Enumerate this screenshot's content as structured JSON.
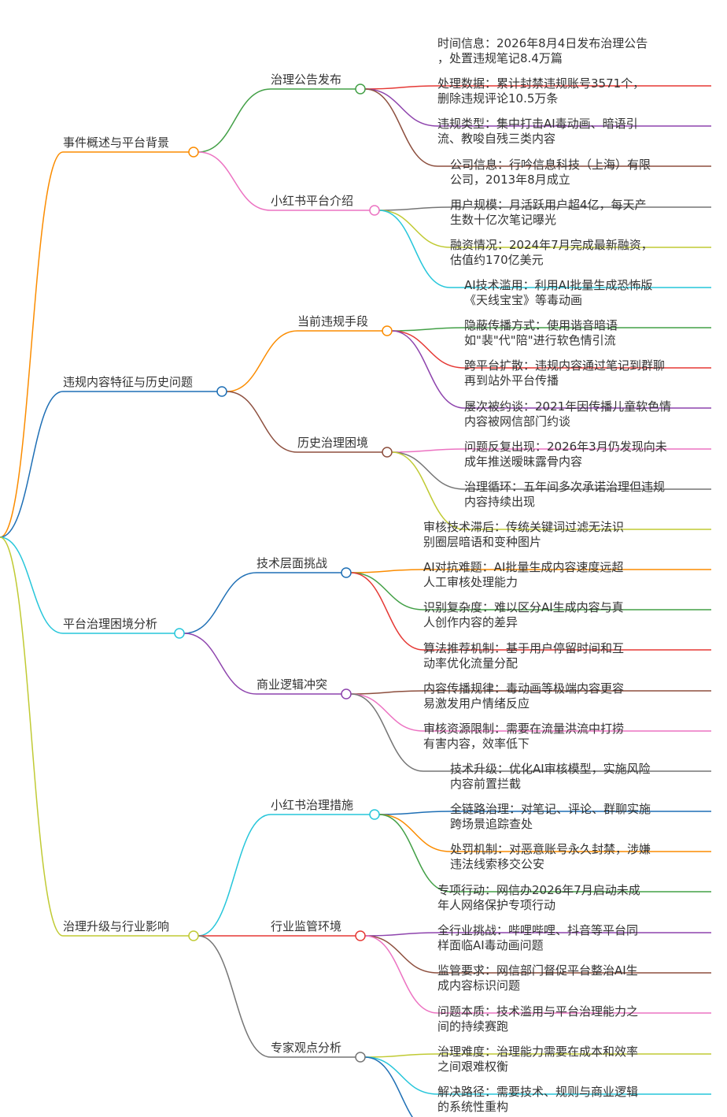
{
  "mindmap": {
    "sections": [
      {
        "label": "事件概述与平台背景",
        "color": "#fb8c00",
        "children": [
          {
            "label": "治理公告发布",
            "color": "#43a047",
            "children": [
              {
                "lines": [
                  "时间信息：2026年8月4日发布治理公告",
                  "，处置违规笔记8.4万篇"
                ],
                "color": "#e53935"
              },
              {
                "lines": [
                  "处理数据：累计封禁违规账号3571个，",
                  "删除违规评论10.5万条"
                ],
                "color": "#8e44ad"
              },
              {
                "lines": [
                  "违规类型：集中打击AI毒动画、暗语引",
                  "流、教唆自残三类内容"
                ],
                "color": "#8d4f3e"
              }
            ]
          },
          {
            "label": "小红书平台介绍",
            "color": "#ec73c2",
            "children": [
              {
                "lines": [
                  "公司信息：行吟信息科技（上海）有限",
                  "公司，2013年8月成立"
                ],
                "color": "#757575"
              },
              {
                "lines": [
                  "用户规模：月活跃用户超4亿，每天产",
                  "生数十亿次笔记曝光"
                ],
                "color": "#c0ca33"
              },
              {
                "lines": [
                  "融资情况：2024年7月完成最新融资，",
                  "估值约170亿美元"
                ],
                "color": "#26c6da"
              }
            ]
          }
        ]
      },
      {
        "label": "违规内容特征与历史问题",
        "color": "#1e6fb5",
        "children": [
          {
            "label": "当前违规手段",
            "color": "#fb8c00",
            "children": [
              {
                "lines": [
                  "AI技术滥用：利用AI批量生成恐怖版",
                  "《天线宝宝》等毒动画"
                ],
                "color": "#43a047"
              },
              {
                "lines": [
                  "隐蔽传播方式：使用谐音暗语",
                  "如\"裴\"代\"陪\"进行软色情引流"
                ],
                "color": "#e53935"
              },
              {
                "lines": [
                  "跨平台扩散：违规内容通过笔记到群聊",
                  "再到站外平台传播"
                ],
                "color": "#8e44ad"
              }
            ]
          },
          {
            "label": "历史治理困境",
            "color": "#8d4f3e",
            "children": [
              {
                "lines": [
                  "屡次被约谈：2021年因传播儿童软色情",
                  "内容被网信部门约谈"
                ],
                "color": "#ec73c2"
              },
              {
                "lines": [
                  "问题反复出现：2026年3月仍发现向未",
                  "成年推送暧昧露骨内容"
                ],
                "color": "#757575"
              },
              {
                "lines": [
                  "治理循环：五年间多次承诺治理但违规",
                  "内容持续出现"
                ],
                "color": "#c0ca33"
              }
            ]
          }
        ]
      },
      {
        "label": "平台治理困境分析",
        "color": "#26c6da",
        "children": [
          {
            "label": "技术层面挑战",
            "color": "#1e6fb5",
            "children": [
              {
                "lines": [
                  "审核技术滞后：传统关键词过滤无法识",
                  "别圈层暗语和变种图片"
                ],
                "color": "#fb8c00"
              },
              {
                "lines": [
                  "AI对抗难题：AI批量生成内容速度远超",
                  "人工审核处理能力"
                ],
                "color": "#43a047"
              },
              {
                "lines": [
                  "识别复杂度：难以区分AI生成内容与真",
                  "人创作内容的差异"
                ],
                "color": "#e53935"
              }
            ]
          },
          {
            "label": "商业逻辑冲突",
            "color": "#8e44ad",
            "children": [
              {
                "lines": [
                  "算法推荐机制：基于用户停留时间和互",
                  "动率优化流量分配"
                ],
                "color": "#8d4f3e"
              },
              {
                "lines": [
                  "内容传播规律：毒动画等极端内容更容",
                  "易激发用户情绪反应"
                ],
                "color": "#ec73c2"
              },
              {
                "lines": [
                  "审核资源限制：需要在流量洪流中打捞",
                  "有害内容，效率低下"
                ],
                "color": "#757575"
              }
            ]
          }
        ]
      },
      {
        "label": "治理升级与行业影响",
        "color": "#c0ca33",
        "children": [
          {
            "label": "小红书治理措施",
            "color": "#26c6da",
            "children": [
              {
                "lines": [
                  "技术升级：优化AI审核模型，实施风险",
                  "内容前置拦截"
                ],
                "color": "#1e6fb5"
              },
              {
                "lines": [
                  "全链路治理：对笔记、评论、群聊实施",
                  "跨场景追踪查处"
                ],
                "color": "#fb8c00"
              },
              {
                "lines": [
                  "处罚机制：对恶意账号永久封禁，涉嫌",
                  "违法线索移交公安"
                ],
                "color": "#43a047"
              }
            ]
          },
          {
            "label": "行业监管环境",
            "color": "#e53935",
            "children": [
              {
                "lines": [
                  "专项行动：网信办2026年7月启动未成",
                  "年人网络保护专项行动"
                ],
                "color": "#8e44ad"
              },
              {
                "lines": [
                  "全行业挑战：哔哩哔哩、抖音等平台同",
                  "样面临AI毒动画问题"
                ],
                "color": "#8d4f3e"
              },
              {
                "lines": [
                  "监管要求：网信部门督促平台整治AI生",
                  "成内容标识问题"
                ],
                "color": "#ec73c2"
              }
            ]
          },
          {
            "label": "专家观点分析",
            "color": "#757575",
            "children": [
              {
                "lines": [
                  "问题本质：技术滥用与平台治理能力之",
                  "间的持续赛跑"
                ],
                "color": "#c0ca33"
              },
              {
                "lines": [
                  "治理难度：治理能力需要在成本和效率",
                  "之间艰难权衡"
                ],
                "color": "#26c6da"
              },
              {
                "lines": [
                  "解决路径：需要技术、规则与商业逻辑",
                  "的系统性重构"
                ],
                "color": "#1e6fb5"
              }
            ]
          }
        ]
      }
    ]
  }
}
